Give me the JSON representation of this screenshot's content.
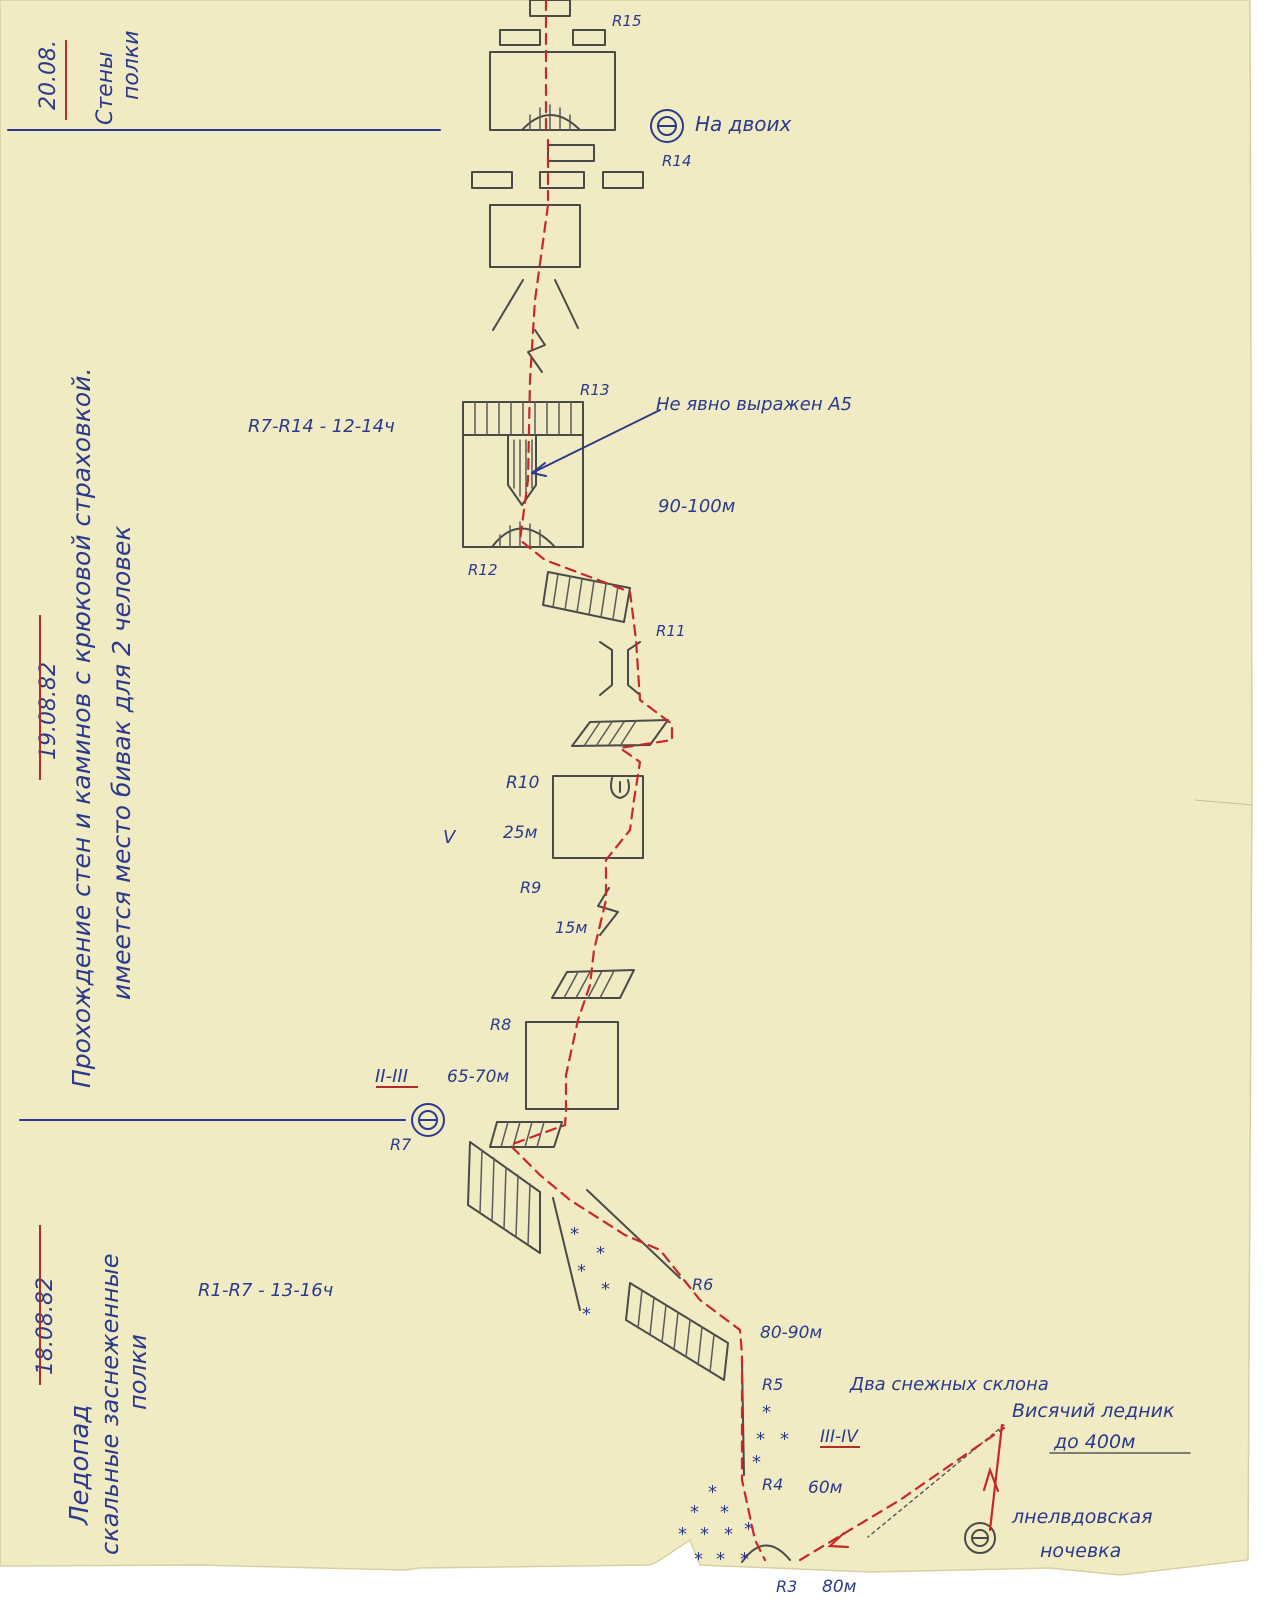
{
  "sections": [
    {
      "date": "18.08.82",
      "title": "Ледопад",
      "subtitle": "скальные заснеженные",
      "subtitle2": "полки"
    },
    {
      "date": "19.08.82",
      "title": "Прохождение стен и каминов с крюковой страховкой.",
      "subtitle": "имеется место бивак для 2 человек"
    },
    {
      "date": "20.08.",
      "title": "Стены",
      "subtitle": "полки"
    }
  ],
  "labels": {
    "r15": "R15",
    "r14": "R14",
    "na_dvoih": "На двоих",
    "r13": "R13",
    "ne_yavno": "Не явно выражен А5",
    "r7_r14": "R7-R14 - 12-14ч",
    "h_90_100": "90-100м",
    "r12": "R12",
    "r11": "R11",
    "r10": "R10",
    "v": "V",
    "m25": "25м",
    "r9": "R9",
    "m15": "15м",
    "r8": "R8",
    "ii_iii": "II-III",
    "m65_70": "65-70м",
    "r7": "R7",
    "r6": "R6",
    "r1_r7": "R1-R7 - 13-16ч",
    "m80_90": "80-90м",
    "r5": "R5",
    "dva_sklona": "Два снежных склона",
    "iii_iv": "III-IV",
    "r4": "R4",
    "m60": "60м",
    "r3": "R3",
    "m80": "80м",
    "vis_lednik": "Висячий ледник",
    "do_400": "до 400м",
    "nochevka_1": "лнелвдовская",
    "nochevka_2": "ночевка"
  },
  "colors": {
    "paper": "#f1ebc4",
    "ink": "#2b3a8c",
    "route": "#c8282a",
    "pencil": "#4a4a4a"
  },
  "icons": [
    "bivouac-icon",
    "snow-star-icon",
    "overhang-icon",
    "lightning-icon"
  ]
}
